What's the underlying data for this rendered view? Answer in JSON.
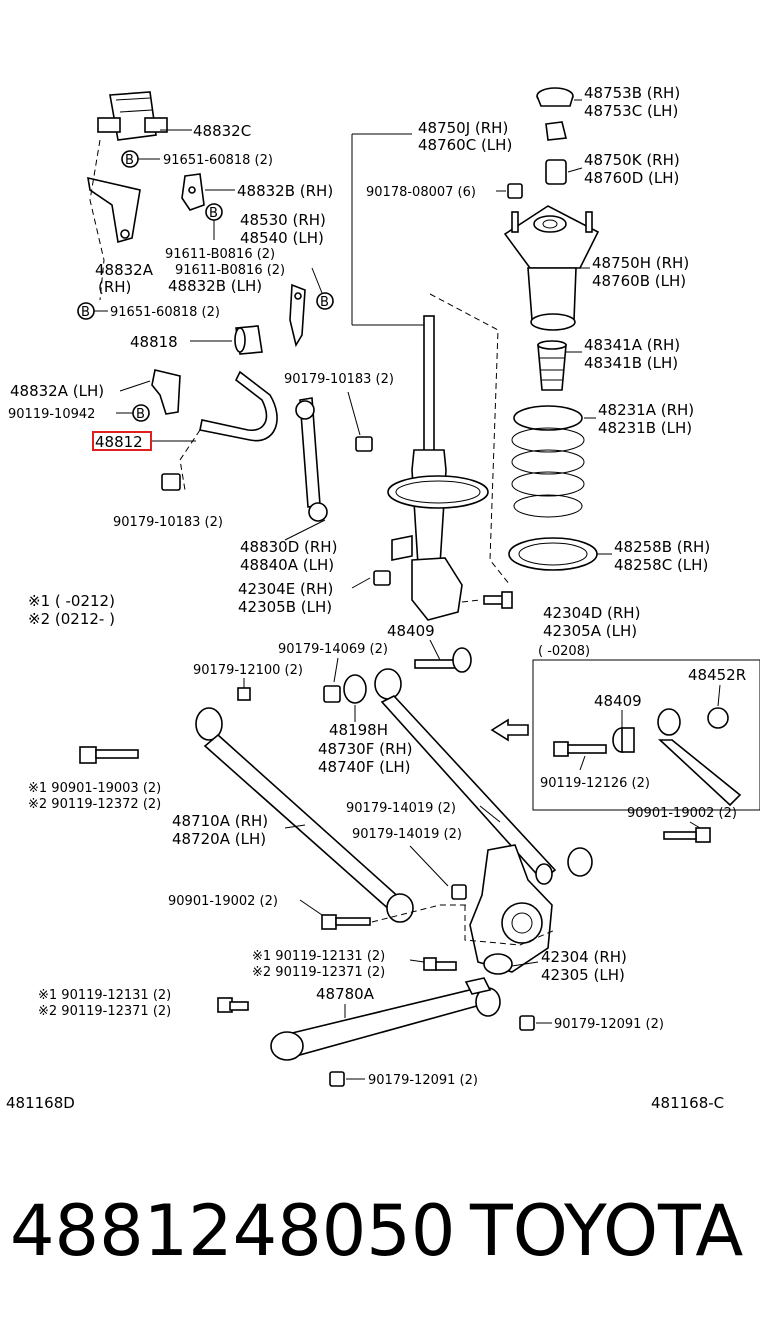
{
  "highlighted_part": "48812",
  "footer": {
    "part_number": "4881248050",
    "brand": "TOYOTA"
  },
  "corner_codes": {
    "left": "481168D",
    "right": "481168-C"
  },
  "legend": {
    "line1": "※1 (      -0212)",
    "line2": "※2 (0212-        )"
  },
  "bolt_symbol": "B",
  "inset": {
    "title": "(      -0208)",
    "part_48409": "48409",
    "part_48452R": "48452R",
    "part_bolt": "90119-12126 (2)"
  },
  "labels": {
    "p48832C": "48832C",
    "p91651_60818_top": "91651-60818 (2)",
    "p48832B_RH": "48832B (RH)",
    "p48530": "48530 (RH)",
    "p48540": "48540 (LH)",
    "p91611_B0816_a": "91611-B0816 (2)",
    "p91611_B0816_b": "91611-B0816 (2)",
    "p48832A_RH": "48832A",
    "p48832A_RH2": "(RH)",
    "p48832B_LH": "48832B (LH)",
    "p91651_60818_bot": "91651-60818 (2)",
    "p48818": "48818",
    "p48832A_LH": "48832A (LH)",
    "p90119_10942": "90119-10942",
    "p90179_10183_a": "90179-10183 (2)",
    "p90179_10183_b": "90179-10183 (2)",
    "p48830D": "48830D (RH)",
    "p48840A": "48840A (LH)",
    "p42304E": "42304E (RH)",
    "p42305B": "42305B (LH)",
    "p48750J": "48750J (RH)",
    "p48760C": "48760C (LH)",
    "p90178_08007": "90178-08007 (6)",
    "p48753B": "48753B (RH)",
    "p48753C": "48753C (LH)",
    "p48750K": "48750K (RH)",
    "p48760D": "48760D (LH)",
    "p48750H": "48750H (RH)",
    "p48760B": "48760B (LH)",
    "p48341A": "48341A (RH)",
    "p48341B": "48341B (LH)",
    "p48231A": "48231A (RH)",
    "p48231B": "48231B (LH)",
    "p48258B": "48258B (RH)",
    "p48258C": "48258C (LH)",
    "p42304D": "42304D (RH)",
    "p42305A": "42305A (LH)",
    "p48409": "48409",
    "p90179_14069": "90179-14069 (2)",
    "p90179_12100": "90179-12100 (2)",
    "p48198H": "48198H",
    "p48730F": "48730F (RH)",
    "p48740F": "48740F (LH)",
    "p90901_19003": "※1 90901-19003 (2)",
    "p90119_12372": "※2 90119-12372 (2)",
    "p90179_14019_a": "90179-14019 (2)",
    "p90179_14019_b": "90179-14019 (2)",
    "p90901_19002_r": "90901-19002 (2)",
    "p48710A": "48710A (RH)",
    "p48720A": "48720A (LH)",
    "p90901_19002_l": "90901-19002 (2)",
    "p42304": "42304 (RH)",
    "p42305": "42305 (LH)",
    "p90119_12131_a": "※1 90119-12131 (2)",
    "p90119_12371_a": "※2 90119-12371 (2)",
    "p90119_12131_b": "※1  90119-12131 (2)",
    "p90119_12371_b": "※2  90119-12371 (2)",
    "p48780A": "48780A",
    "p90179_12091_a": "90179-12091 (2)",
    "p90179_12091_b": "90179-12091 (2)"
  }
}
